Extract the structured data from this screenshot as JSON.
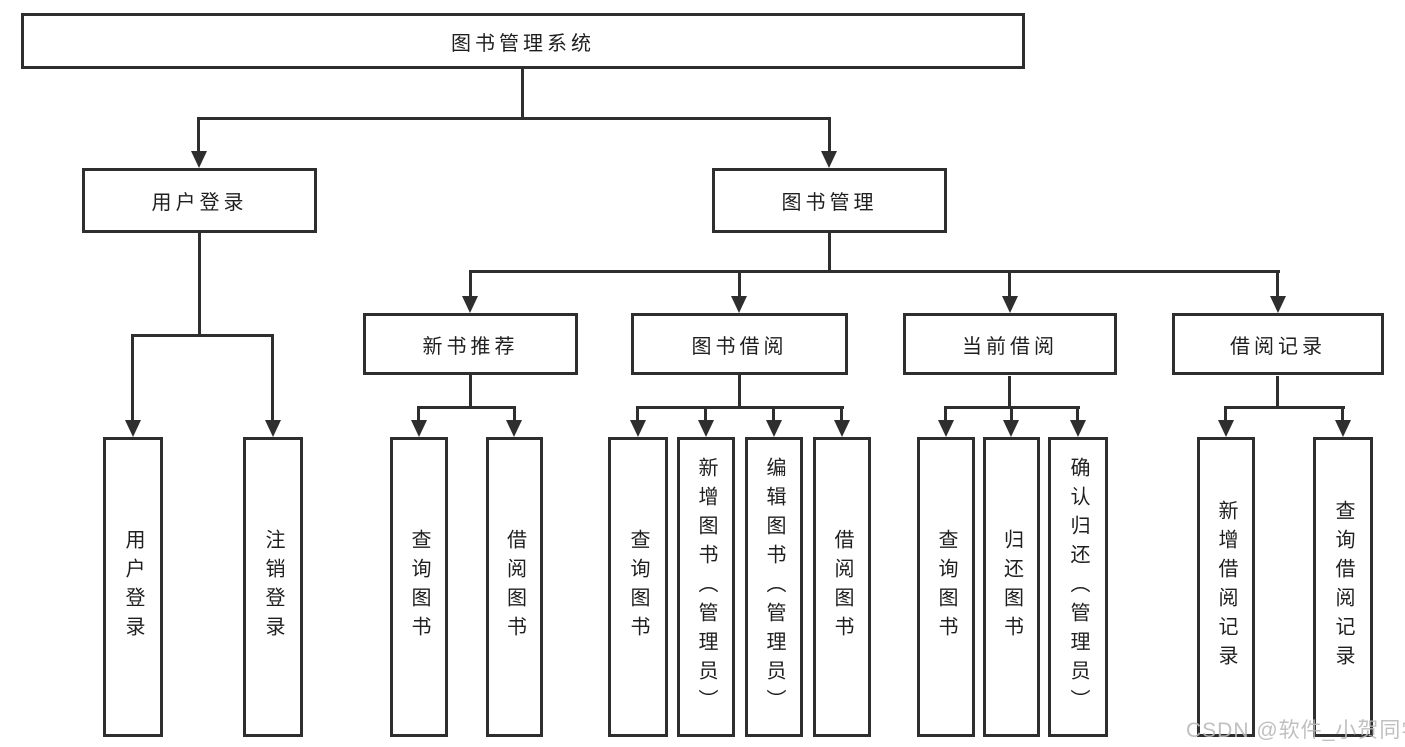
{
  "diagram": {
    "root": {
      "label": "图书管理系统"
    },
    "level2": [
      {
        "label": "用户登录"
      },
      {
        "label": "图书管理"
      }
    ],
    "level3": [
      {
        "label": "新书推荐"
      },
      {
        "label": "图书借阅"
      },
      {
        "label": "当前借阅"
      },
      {
        "label": "借阅记录"
      }
    ],
    "leaves": {
      "user_login": [
        "用户登录",
        "注销登录"
      ],
      "new_book": [
        "查询图书",
        "借阅图书"
      ],
      "book_borrow": [
        "查询图书",
        "新增图书（管理员）",
        "编辑图书（管理员）",
        "借阅图书"
      ],
      "current_borrow": [
        "查询图书",
        "归还图书",
        "确认归还（管理员）"
      ],
      "borrow_record": [
        "新增借阅记录",
        "查询借阅记录"
      ]
    }
  },
  "watermark": "CSDN @软件_小贺同学",
  "colors": {
    "line": "#2e2e2e",
    "text": "#1f1f1f",
    "background": "#ffffff",
    "watermark": "#b9b9b9"
  }
}
